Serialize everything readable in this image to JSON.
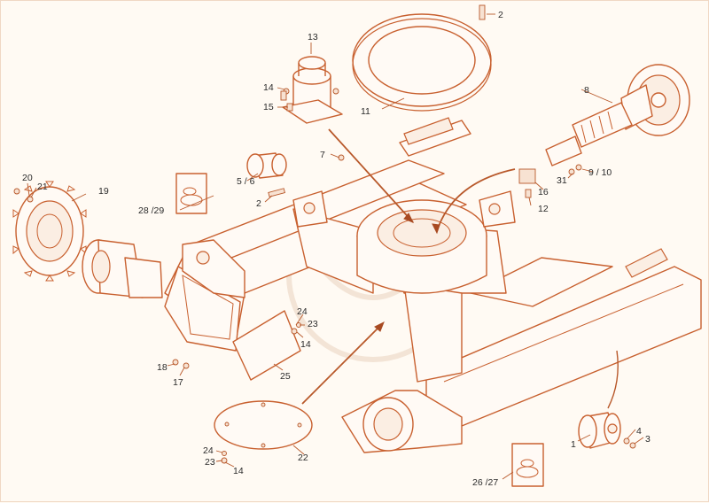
{
  "callouts": [
    {
      "id": "c1",
      "label": "1"
    },
    {
      "id": "c2a",
      "label": "2"
    },
    {
      "id": "c2b",
      "label": "2"
    },
    {
      "id": "c3",
      "label": "3"
    },
    {
      "id": "c4",
      "label": "4"
    },
    {
      "id": "c56",
      "label": "5 / 6"
    },
    {
      "id": "c7",
      "label": "7"
    },
    {
      "id": "c8",
      "label": "8"
    },
    {
      "id": "c910",
      "label": "9 / 10"
    },
    {
      "id": "c11",
      "label": "11"
    },
    {
      "id": "c12",
      "label": "12"
    },
    {
      "id": "c13",
      "label": "13"
    },
    {
      "id": "c14a",
      "label": "14"
    },
    {
      "id": "c14b",
      "label": "14"
    },
    {
      "id": "c14c",
      "label": "14"
    },
    {
      "id": "c15",
      "label": "15"
    },
    {
      "id": "c16",
      "label": "16"
    },
    {
      "id": "c17",
      "label": "17"
    },
    {
      "id": "c18",
      "label": "18"
    },
    {
      "id": "c19",
      "label": "19"
    },
    {
      "id": "c20",
      "label": "20"
    },
    {
      "id": "c21",
      "label": "21"
    },
    {
      "id": "c22",
      "label": "22"
    },
    {
      "id": "c23a",
      "label": "23"
    },
    {
      "id": "c23b",
      "label": "23"
    },
    {
      "id": "c24a",
      "label": "24"
    },
    {
      "id": "c24b",
      "label": "24"
    },
    {
      "id": "c25",
      "label": "25"
    },
    {
      "id": "c2627",
      "label": "26 /27"
    },
    {
      "id": "c2829",
      "label": "28 /29"
    },
    {
      "id": "c31",
      "label": "31"
    }
  ],
  "colors": {
    "line": "#c8602f",
    "text": "#2b2b2b",
    "background": "#fffaf3"
  }
}
